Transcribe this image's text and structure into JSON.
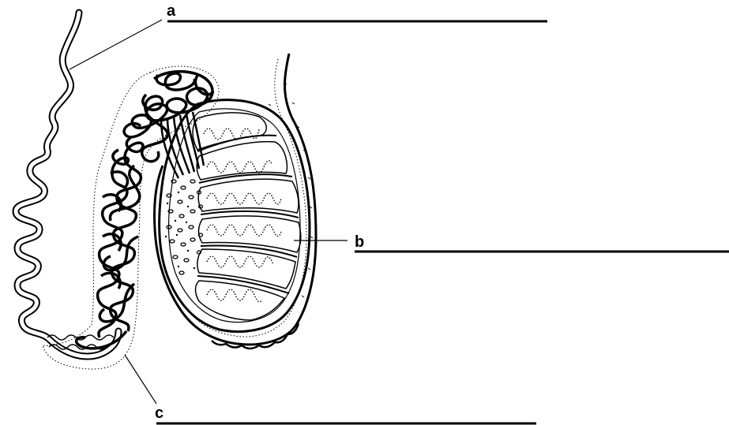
{
  "labels": {
    "a": "a",
    "b": "b",
    "c": "c"
  },
  "colors": {
    "line": "#000000",
    "background": "#ffffff"
  }
}
